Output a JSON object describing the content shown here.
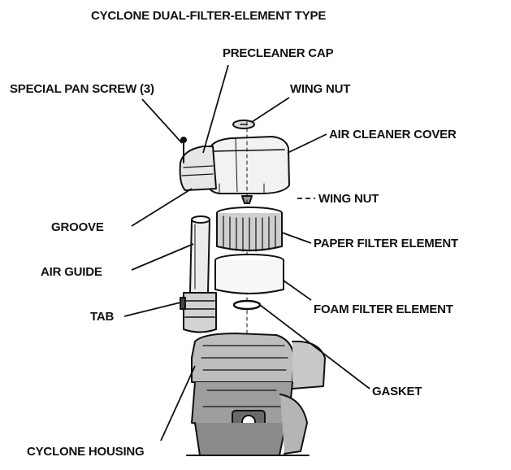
{
  "title": "CYCLONE DUAL-FILTER-ELEMENT TYPE",
  "labels": {
    "precleaner_cap": "PRECLEANER CAP",
    "special_pan_screw": "SPECIAL PAN SCREW (3)",
    "wing_nut_top": "WING NUT",
    "air_cleaner_cover": "AIR CLEANER COVER",
    "wing_nut_inner": "WING NUT",
    "groove": "GROOVE",
    "paper_filter_element": "PAPER FILTER ELEMENT",
    "air_guide": "AIR GUIDE",
    "tab": "TAB",
    "foam_filter_element": "FOAM FILTER ELEMENT",
    "gasket": "GASKET",
    "cyclone_housing": "CYCLONE HOUSING"
  },
  "colors": {
    "ink": "#111111",
    "paper": "#ffffff",
    "shade": "#555555"
  }
}
